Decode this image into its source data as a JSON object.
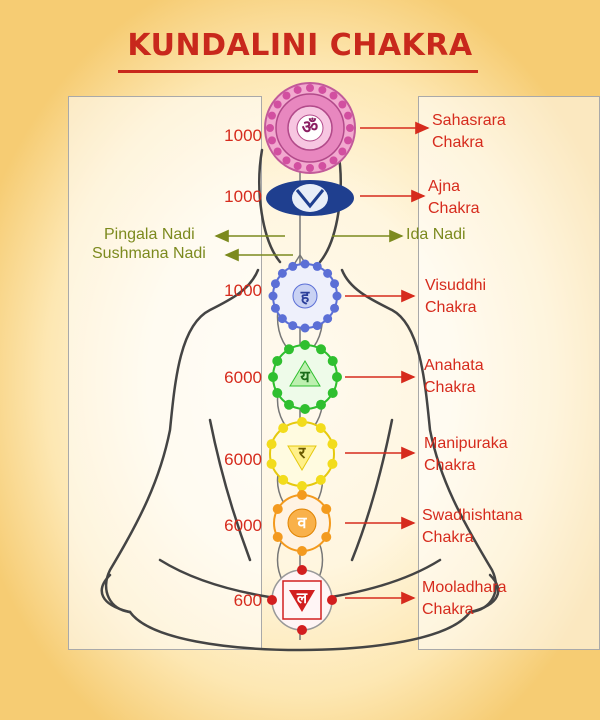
{
  "title": "KUNDALINI CHAKRA",
  "nadis": {
    "pingala": "Pingala Nadi",
    "ida": "Ida Nadi",
    "sushmana": "Sushmana Nadi"
  },
  "chakras": [
    {
      "number": "1000",
      "name1": "Sahasrara",
      "name2": "Chakra",
      "seed": "ॐ",
      "color": "#d24fa0"
    },
    {
      "number": "1000",
      "name1": "Ajna",
      "name2": "Chakra",
      "seed": "",
      "color": "#1f3f8f"
    },
    {
      "number": "1000",
      "name1": "Visuddhi",
      "name2": "Chakra",
      "seed": "ह",
      "color": "#5b6fd6"
    },
    {
      "number": "6000",
      "name1": "Anahata",
      "name2": "Chakra",
      "seed": "य",
      "color": "#2fbf2f"
    },
    {
      "number": "6000",
      "name1": "Manipuraka",
      "name2": "Chakra",
      "seed": "र",
      "color": "#f2dc1c"
    },
    {
      "number": "6000",
      "name1": "Swadhishtana",
      "name2": "Chakra",
      "seed": "व",
      "color": "#f39a1e"
    },
    {
      "number": "600",
      "name1": "Mooladhara",
      "name2": "Chakra",
      "seed": "ल",
      "color": "#d21e1e"
    }
  ],
  "colors": {
    "title": "#c8281c",
    "label": "#d62b1d",
    "nadi": "#7c8a1e"
  }
}
